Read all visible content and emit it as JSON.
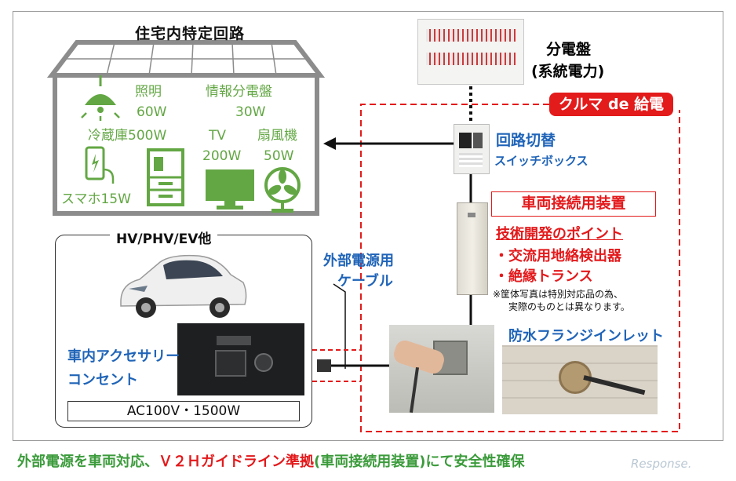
{
  "house": {
    "title": "住宅内特定回路",
    "appliances": {
      "light_name": "照明",
      "light_watts": "60W",
      "info_panel_name": "情報分電盤",
      "info_panel_watts": "30W",
      "fridge": "冷蔵庫500W",
      "tv_name": "TV",
      "tv_watts": "200W",
      "fan_name": "扇風機",
      "fan_watts": "50W",
      "phone": "スマホ15W"
    }
  },
  "panel": {
    "line1": "分電盤",
    "line2": "(系統電力)"
  },
  "kuruma_badge": "クルマ de 給電",
  "switch_box": {
    "line1": "回路切替",
    "line2": "スイッチボックス"
  },
  "device": {
    "title": "車両接続用装置",
    "points_title": "技術開発のポイント",
    "point1": "・交流用地絡検出器",
    "point2": "・絶縁トランス",
    "note1": "※筐体写真は特別対応品の為、",
    "note2": "実際のものとは異なります。"
  },
  "cable": {
    "line1": "外部電源用",
    "line2": "ケーブル"
  },
  "vehicle": {
    "title": "HV/PHV/EV他",
    "outlet_line1": "車内アクセサリー",
    "outlet_line2": "コンセント",
    "rating": "AC100V・1500W"
  },
  "inlet_label": "防水フランジインレット",
  "footer": {
    "part1": "外部電源を車両対応、",
    "part2": "Ｖ２Ｈガイドライン準拠",
    "part3": "(車両接続用装置)にて安全性確保"
  },
  "watermark": "Response.",
  "colors": {
    "green": "#63a744",
    "red": "#e31b1b",
    "blue": "#1f64b8",
    "house_gray": "#8c8c8c"
  }
}
